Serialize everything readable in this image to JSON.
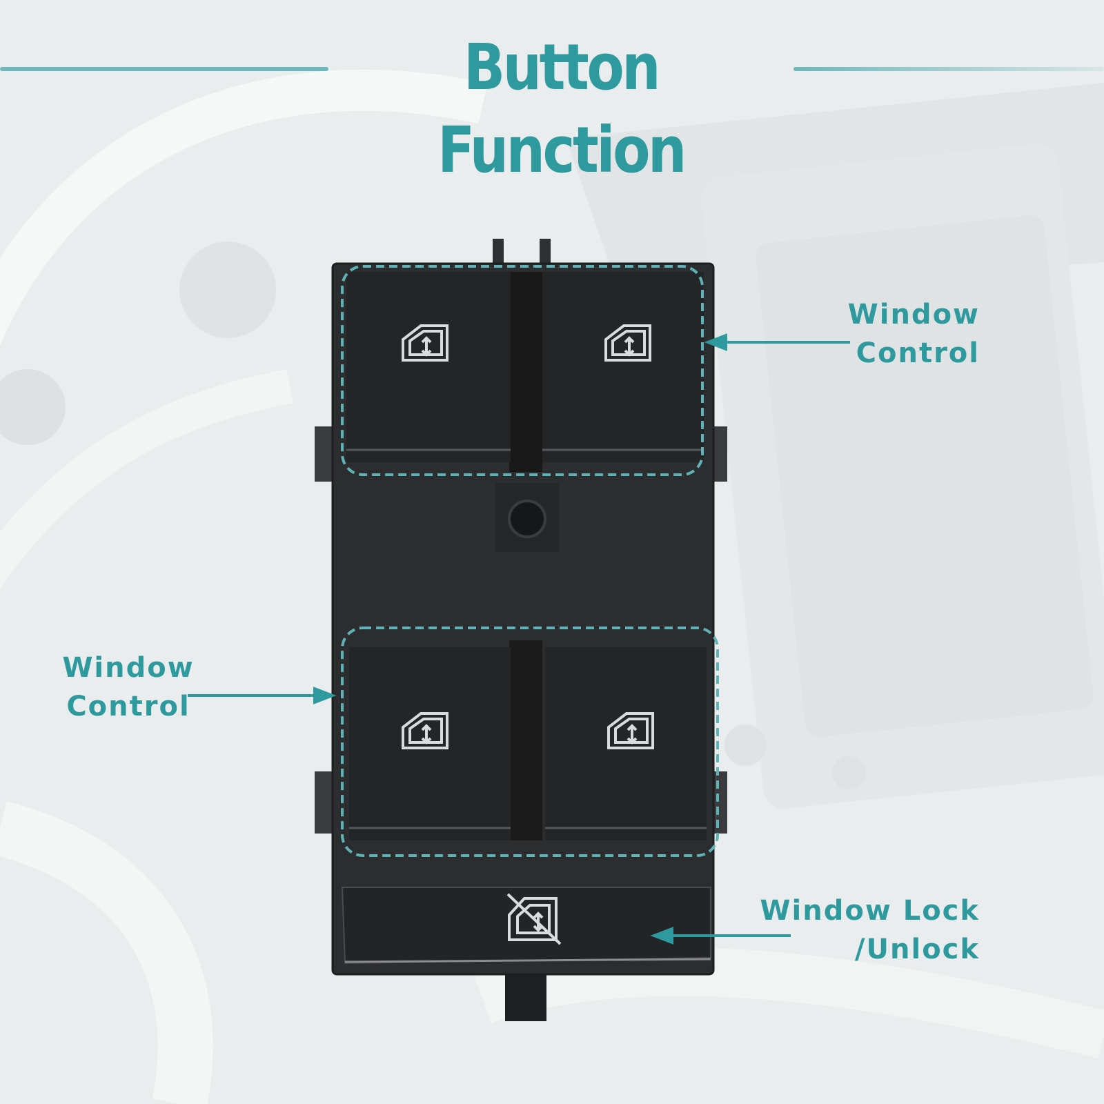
{
  "title": "Button Function",
  "labels": {
    "window_control_top": [
      "Window",
      "Control"
    ],
    "window_control_left": [
      "Window",
      "Control"
    ],
    "window_lock": [
      "Window Lock",
      "/Unlock"
    ]
  },
  "icons": {
    "window_buttons": "window-up-down-icon",
    "lock_button": "window-lock-icon"
  },
  "colors": {
    "accent": "#2f9a9e",
    "accent_light": "#6fb7ba",
    "panel": "#2b2c2e",
    "button": "#232426",
    "background": "#e9ecec"
  }
}
